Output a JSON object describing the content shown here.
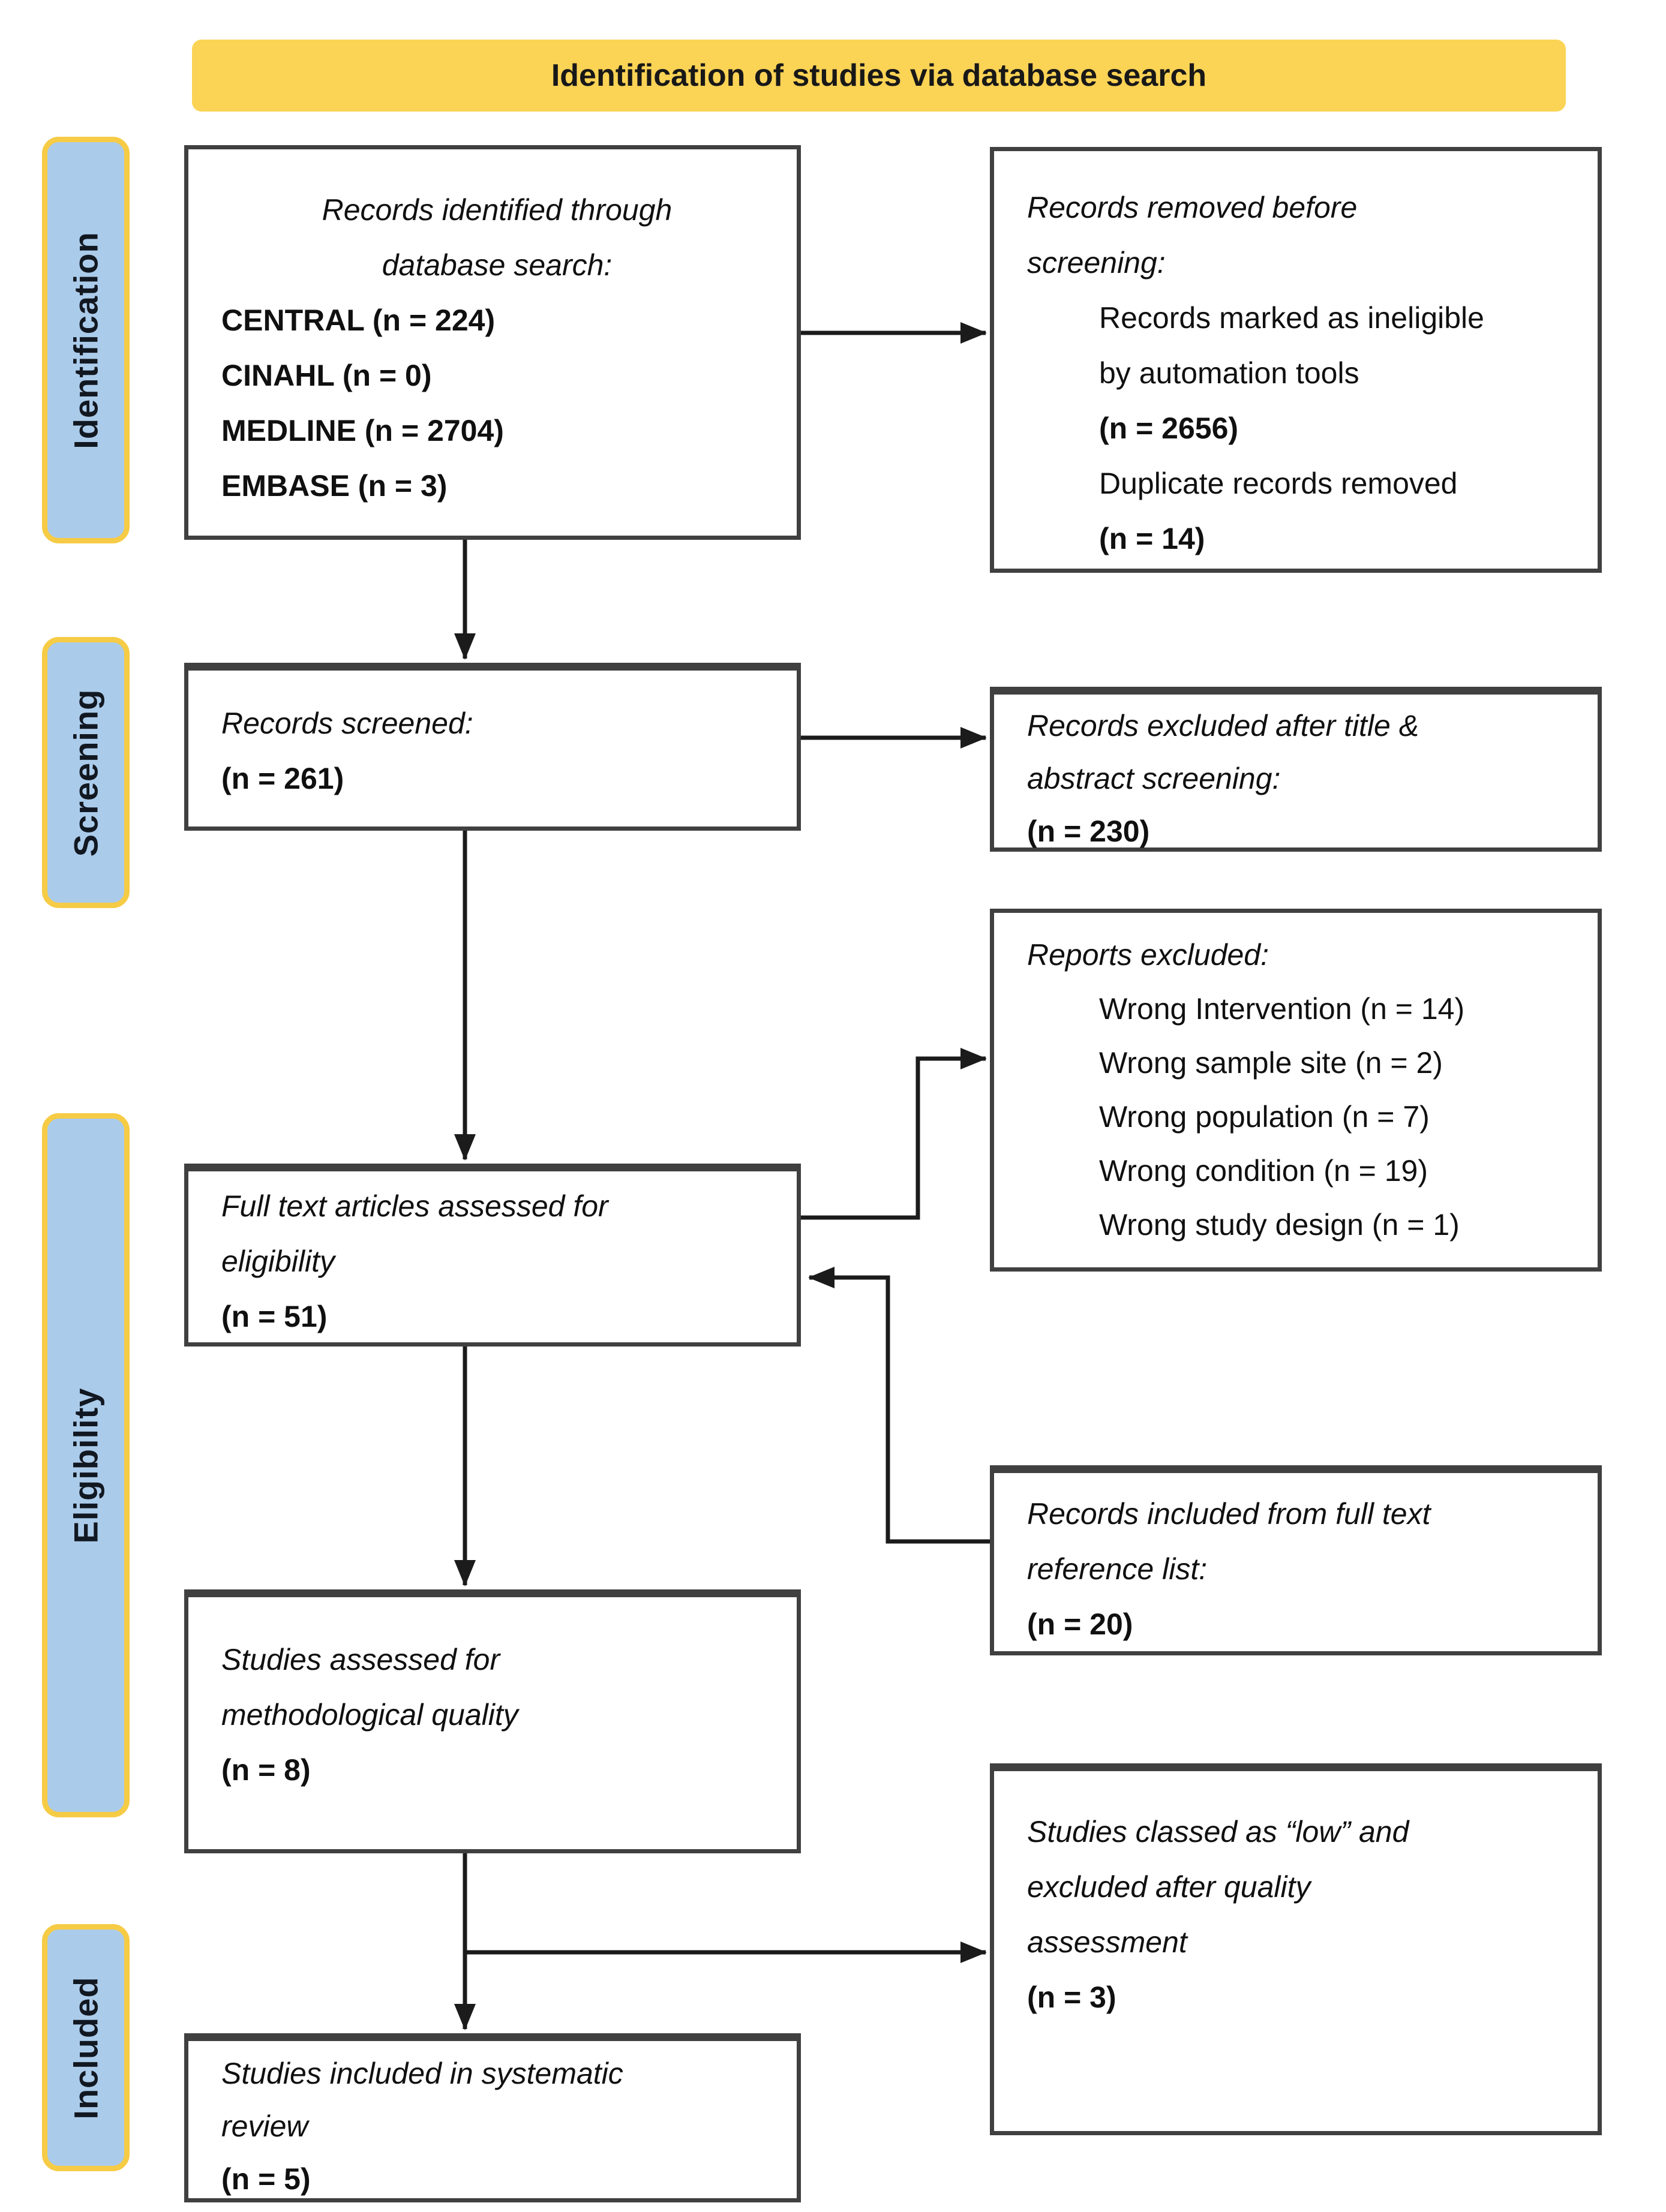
{
  "banner": {
    "title": "Identification of studies via database search"
  },
  "stages": [
    {
      "label": "Identification"
    },
    {
      "label": "Screening"
    },
    {
      "label": "Eligibility"
    },
    {
      "label": "Included"
    }
  ],
  "boxes": {
    "identified": {
      "title_lines": [
        "Records identified through",
        "database search:"
      ],
      "items": [
        "CENTRAL (n = 224)",
        "CINAHL (n = 0)",
        "MEDLINE (n = 2704)",
        "EMBASE (n = 3)"
      ]
    },
    "removed_before_screening": {
      "title_lines": [
        "Records removed before",
        "screening:"
      ],
      "items": [
        "Records marked as ineligible",
        "by automation tools",
        "(n = 2656)",
        "Duplicate records removed",
        "(n = 14)"
      ]
    },
    "screened": {
      "title_lines": [
        "Records screened:"
      ],
      "count": "(n = 261)"
    },
    "excluded_title_abstract": {
      "title_lines": [
        "Records excluded after title &",
        "abstract screening:"
      ],
      "count": "(n = 230)"
    },
    "reports_excluded": {
      "title_lines": [
        "Reports excluded:"
      ],
      "items": [
        "Wrong Intervention (n = 14)",
        "Wrong sample site (n = 2)",
        "Wrong population (n = 7)",
        "Wrong condition (n = 19)",
        "Wrong study design (n = 1)"
      ]
    },
    "full_text": {
      "title_lines": [
        "Full text articles assessed for",
        "eligibility"
      ],
      "count": "(n = 51)"
    },
    "reference_list": {
      "title_lines": [
        "Records included from full text",
        "reference list:"
      ],
      "count": "(n = 20)"
    },
    "quality_assessed": {
      "title_lines": [
        "Studies assessed for",
        "methodological quality"
      ],
      "count": "(n = 8)"
    },
    "low_quality_excluded": {
      "title_lines": [
        "Studies classed as “low” and",
        "excluded after quality",
        "assessment"
      ],
      "count": "(n = 3)"
    },
    "included_review": {
      "title_lines": [
        "Studies included in systematic",
        "review"
      ],
      "count": "(n = 5)"
    }
  },
  "colors": {
    "banner_yellow": "#fbd355",
    "stage_blue": "#abcbea",
    "stage_border_yellow": "#f6cb45",
    "box_border": "#404040",
    "arrow": "#1b1b1b"
  }
}
